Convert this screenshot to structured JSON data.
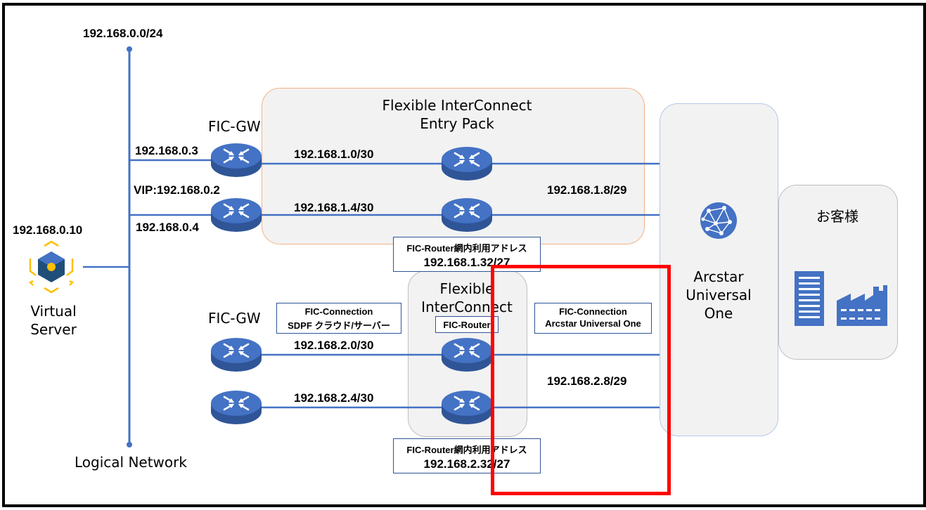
{
  "network": {
    "subnet": "192.168.0.0/24",
    "label": "Logical Network"
  },
  "virtual_server": {
    "ip": "192.168.0.10",
    "label_line1": "Virtual",
    "label_line2": "Server"
  },
  "fic_gw_top": {
    "label": "FIC-GW",
    "ip1": "192.168.0.3",
    "vip": "VIP:192.168.0.2",
    "ip2": "192.168.0.4"
  },
  "entry_pack": {
    "title_line1": "Flexible InterConnect",
    "title_line2": "Entry Pack",
    "link1": "192.168.1.0/30",
    "link2": "192.168.1.4/30",
    "uplink": "192.168.1.8/29",
    "address_box_line1": "FIC-Router網内利用アドレス",
    "address_box_line2": "192.168.1.32/27"
  },
  "fic_gw_bottom": {
    "label": "FIC-GW",
    "link1": "192.168.2.0/30",
    "link2": "192.168.2.4/30"
  },
  "fic_lower": {
    "title_line1": "Flexible",
    "title_line2": "InterConnect",
    "router_label": "FIC-Router",
    "conn_sdpf_line1": "FIC-Connection",
    "conn_sdpf_line2": "SDPF クラウド/サーバー",
    "conn_arcstar_line1": "FIC-Connection",
    "conn_arcstar_line2": "Arcstar Universal One",
    "uplink": "192.168.2.8/29",
    "address_box_line1": "FIC-Router網内利用アドレス",
    "address_box_line2": "192.168.2.32/27"
  },
  "arcstar": {
    "line1": "Arcstar",
    "line2": "Universal",
    "line3": "One"
  },
  "customer": {
    "label": "お客様"
  },
  "colors": {
    "line": "#4472c4",
    "router": "#4472c4",
    "highlight": "#ff0000",
    "panel": "#f2f2f2",
    "accent_yellow": "#ffc000",
    "server_dark": "#1f4e79"
  }
}
